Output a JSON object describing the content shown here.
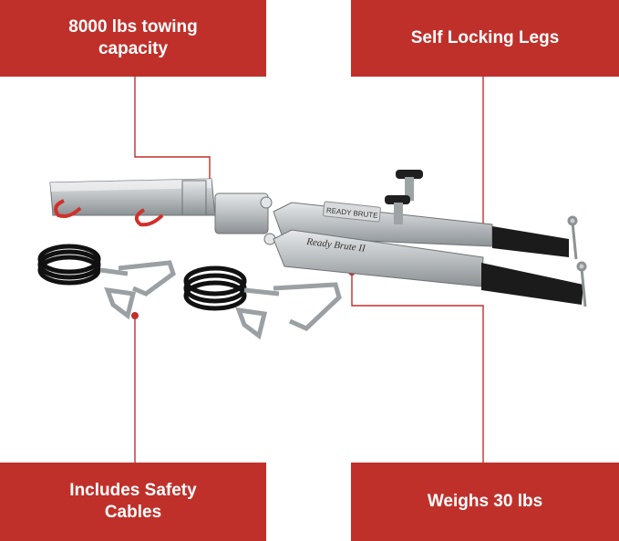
{
  "callouts": {
    "towing_capacity": "8000 lbs towing\ncapacity",
    "self_locking_legs": "Self Locking Legs",
    "safety_cables": "Includes Safety\nCables",
    "weight": "Weighs 30 lbs"
  },
  "product": {
    "brand_engraving": "Ready Brute II",
    "tag_text": "READY BRUTE"
  },
  "colors": {
    "accent": "#c0302a",
    "metal": "#b9bcbf",
    "rubber": "#1b1b1b"
  }
}
